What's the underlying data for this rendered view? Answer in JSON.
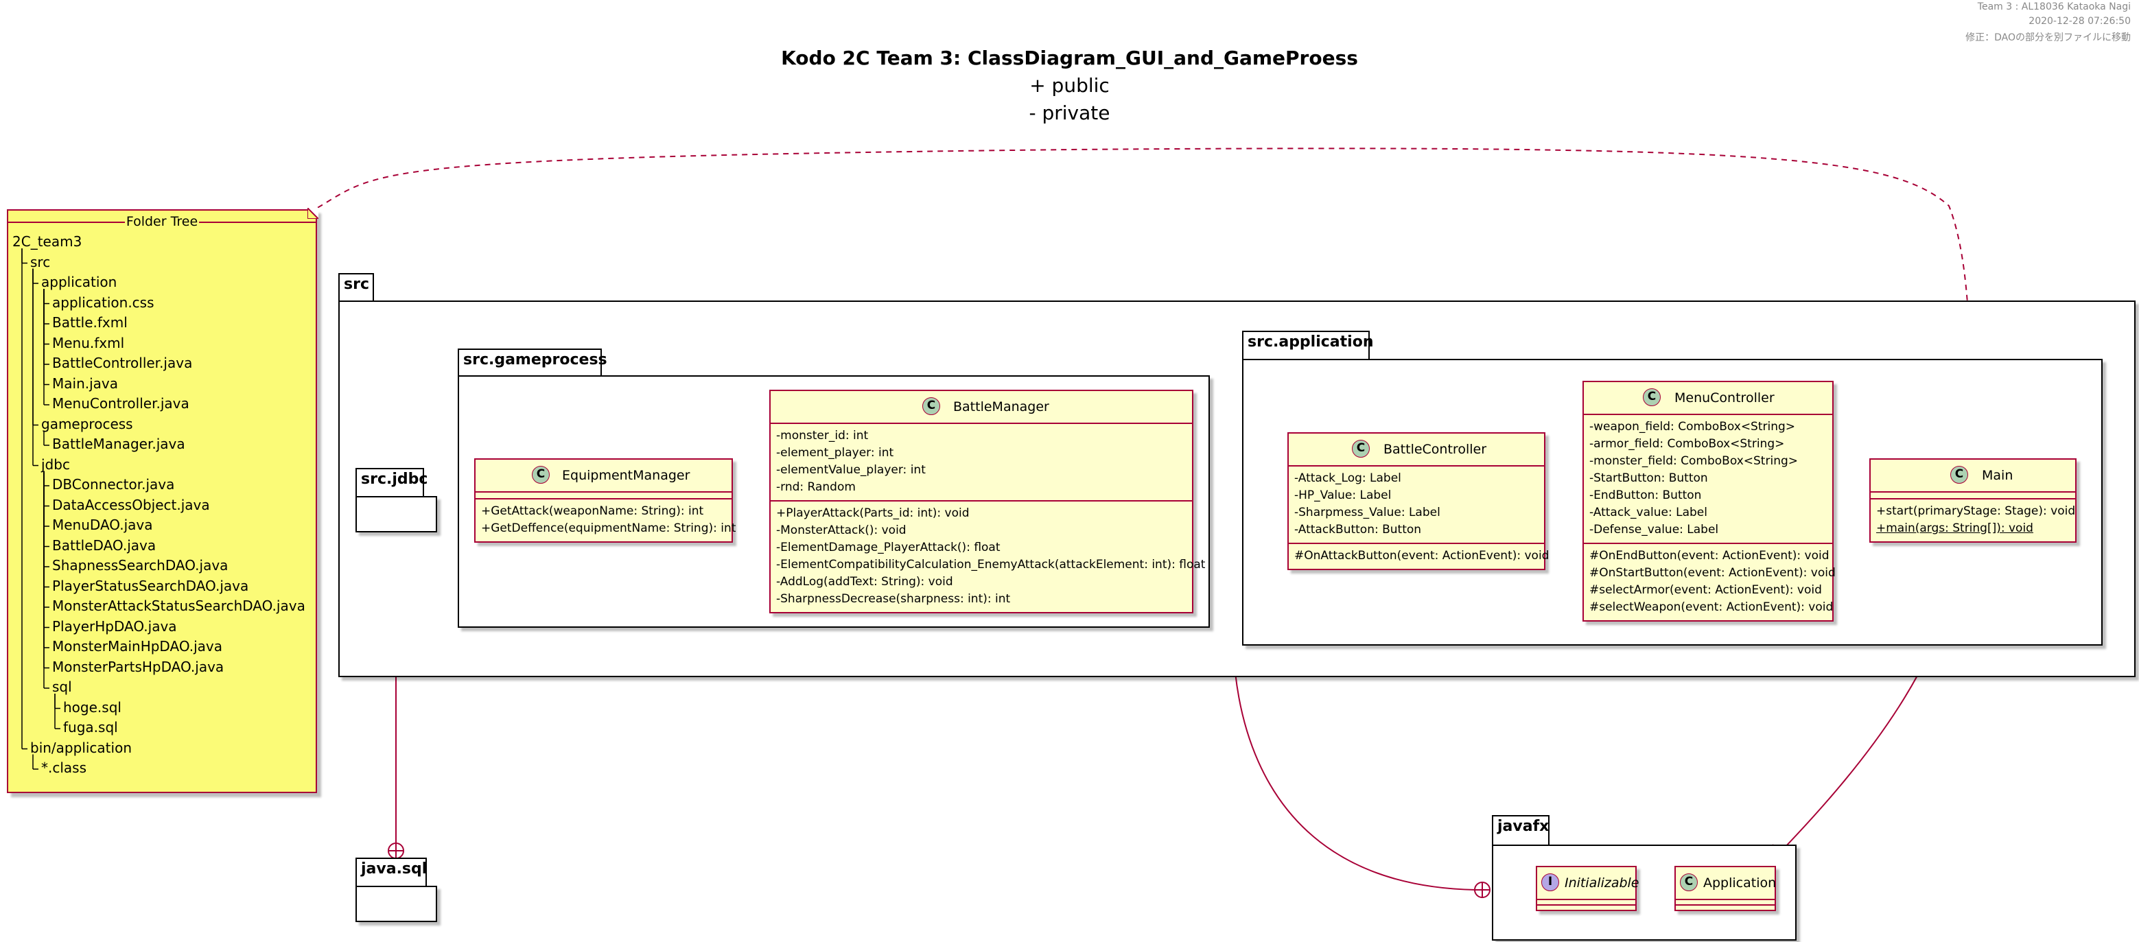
{
  "header": {
    "team": "Team 3 : AL18036 Kataoka Nagi",
    "date": "2020-12-28 07:26:50",
    "note": "修正：DAOの部分を別ファイルに移動"
  },
  "title": "Kodo 2C Team 3: ClassDiagram_GUI_and_GameProess",
  "legend": {
    "public": "+ public",
    "private": "- private"
  },
  "folder_tree": {
    "title": "Folder Tree",
    "items": [
      "2C_team3",
      "src",
      "application",
      "application.css",
      "Battle.fxml",
      "Menu.fxml",
      "BattleController.java",
      "Main.java",
      "MenuController.java",
      "gameprocess",
      "BattleManager.java",
      "jdbc",
      "DBConnector.java",
      "DataAccessObject.java",
      "MenuDAO.java",
      "BattleDAO.java",
      "ShapnessSearchDAO.java",
      "PlayerStatusSearchDAO.java",
      "MonsterAttackStatusSearchDAO.java",
      "PlayerHpDAO.java",
      "MonsterMainHpDAO.java",
      "MonsterPartsHpDAO.java",
      "sql",
      "hoge.sql",
      "fuga.sql",
      "bin/application",
      "*.class"
    ]
  },
  "packages": {
    "src": "src",
    "gameprocess": "src.gameprocess",
    "application": "src.application",
    "jdbc": "src.jdbc",
    "javasql": "java.sql",
    "javafx": "javafx"
  },
  "classes": {
    "equipment_manager": {
      "badge": "C",
      "name": "EquipmentManager",
      "fields": [],
      "methods": [
        "+GetAttack(weaponName: String): int",
        "+GetDeffence(equipmentName: String): int"
      ]
    },
    "battle_manager": {
      "badge": "C",
      "name": "BattleManager",
      "fields": [
        "-monster_id: int",
        "-element_player: int",
        "-elementValue_player: int",
        "-rnd: Random"
      ],
      "methods": [
        "+PlayerAttack(Parts_id: int): void",
        "-MonsterAttack(): void",
        "-ElementDamage_PlayerAttack(): float",
        "-ElementCompatibilityCalculation_EnemyAttack(attackElement: int): float",
        "-AddLog(addText: String): void",
        "-SharpnessDecrease(sharpness: int): int"
      ]
    },
    "battle_controller": {
      "badge": "C",
      "name": "BattleController",
      "fields": [
        "-Attack_Log: Label",
        "-HP_Value: Label",
        "-Sharpmess_Value: Label",
        "-AttackButton: Button"
      ],
      "methods": [
        "#OnAttackButton(event: ActionEvent): void"
      ]
    },
    "menu_controller": {
      "badge": "C",
      "name": "MenuController",
      "fields": [
        "-weapon_field: ComboBox<String>",
        "-armor_field: ComboBox<String>",
        "-monster_field: ComboBox<String>",
        "-StartButton: Button",
        "-EndButton: Button",
        "-Attack_value: Label",
        "-Defense_value: Label"
      ],
      "methods": [
        "#OnEndButton(event: ActionEvent): void",
        "#OnStartButton(event: ActionEvent): void",
        "#selectArmor(event: ActionEvent): void",
        "#selectWeapon(event: ActionEvent): void"
      ]
    },
    "main": {
      "badge": "C",
      "name": "Main",
      "fields": [],
      "methods": [
        "+start(primaryStage: Stage): void",
        "+main(args: String[]): void"
      ]
    },
    "initializable": {
      "badge": "I",
      "name": "Initializable"
    },
    "application": {
      "badge": "C",
      "name": "Application"
    }
  },
  "colors": {
    "class_fill": "#FEFECE",
    "class_border": "#A80036",
    "note_fill": "#FBFB77",
    "class_badge": "#ADD1B2",
    "interface_badge": "#B4A7E5"
  }
}
